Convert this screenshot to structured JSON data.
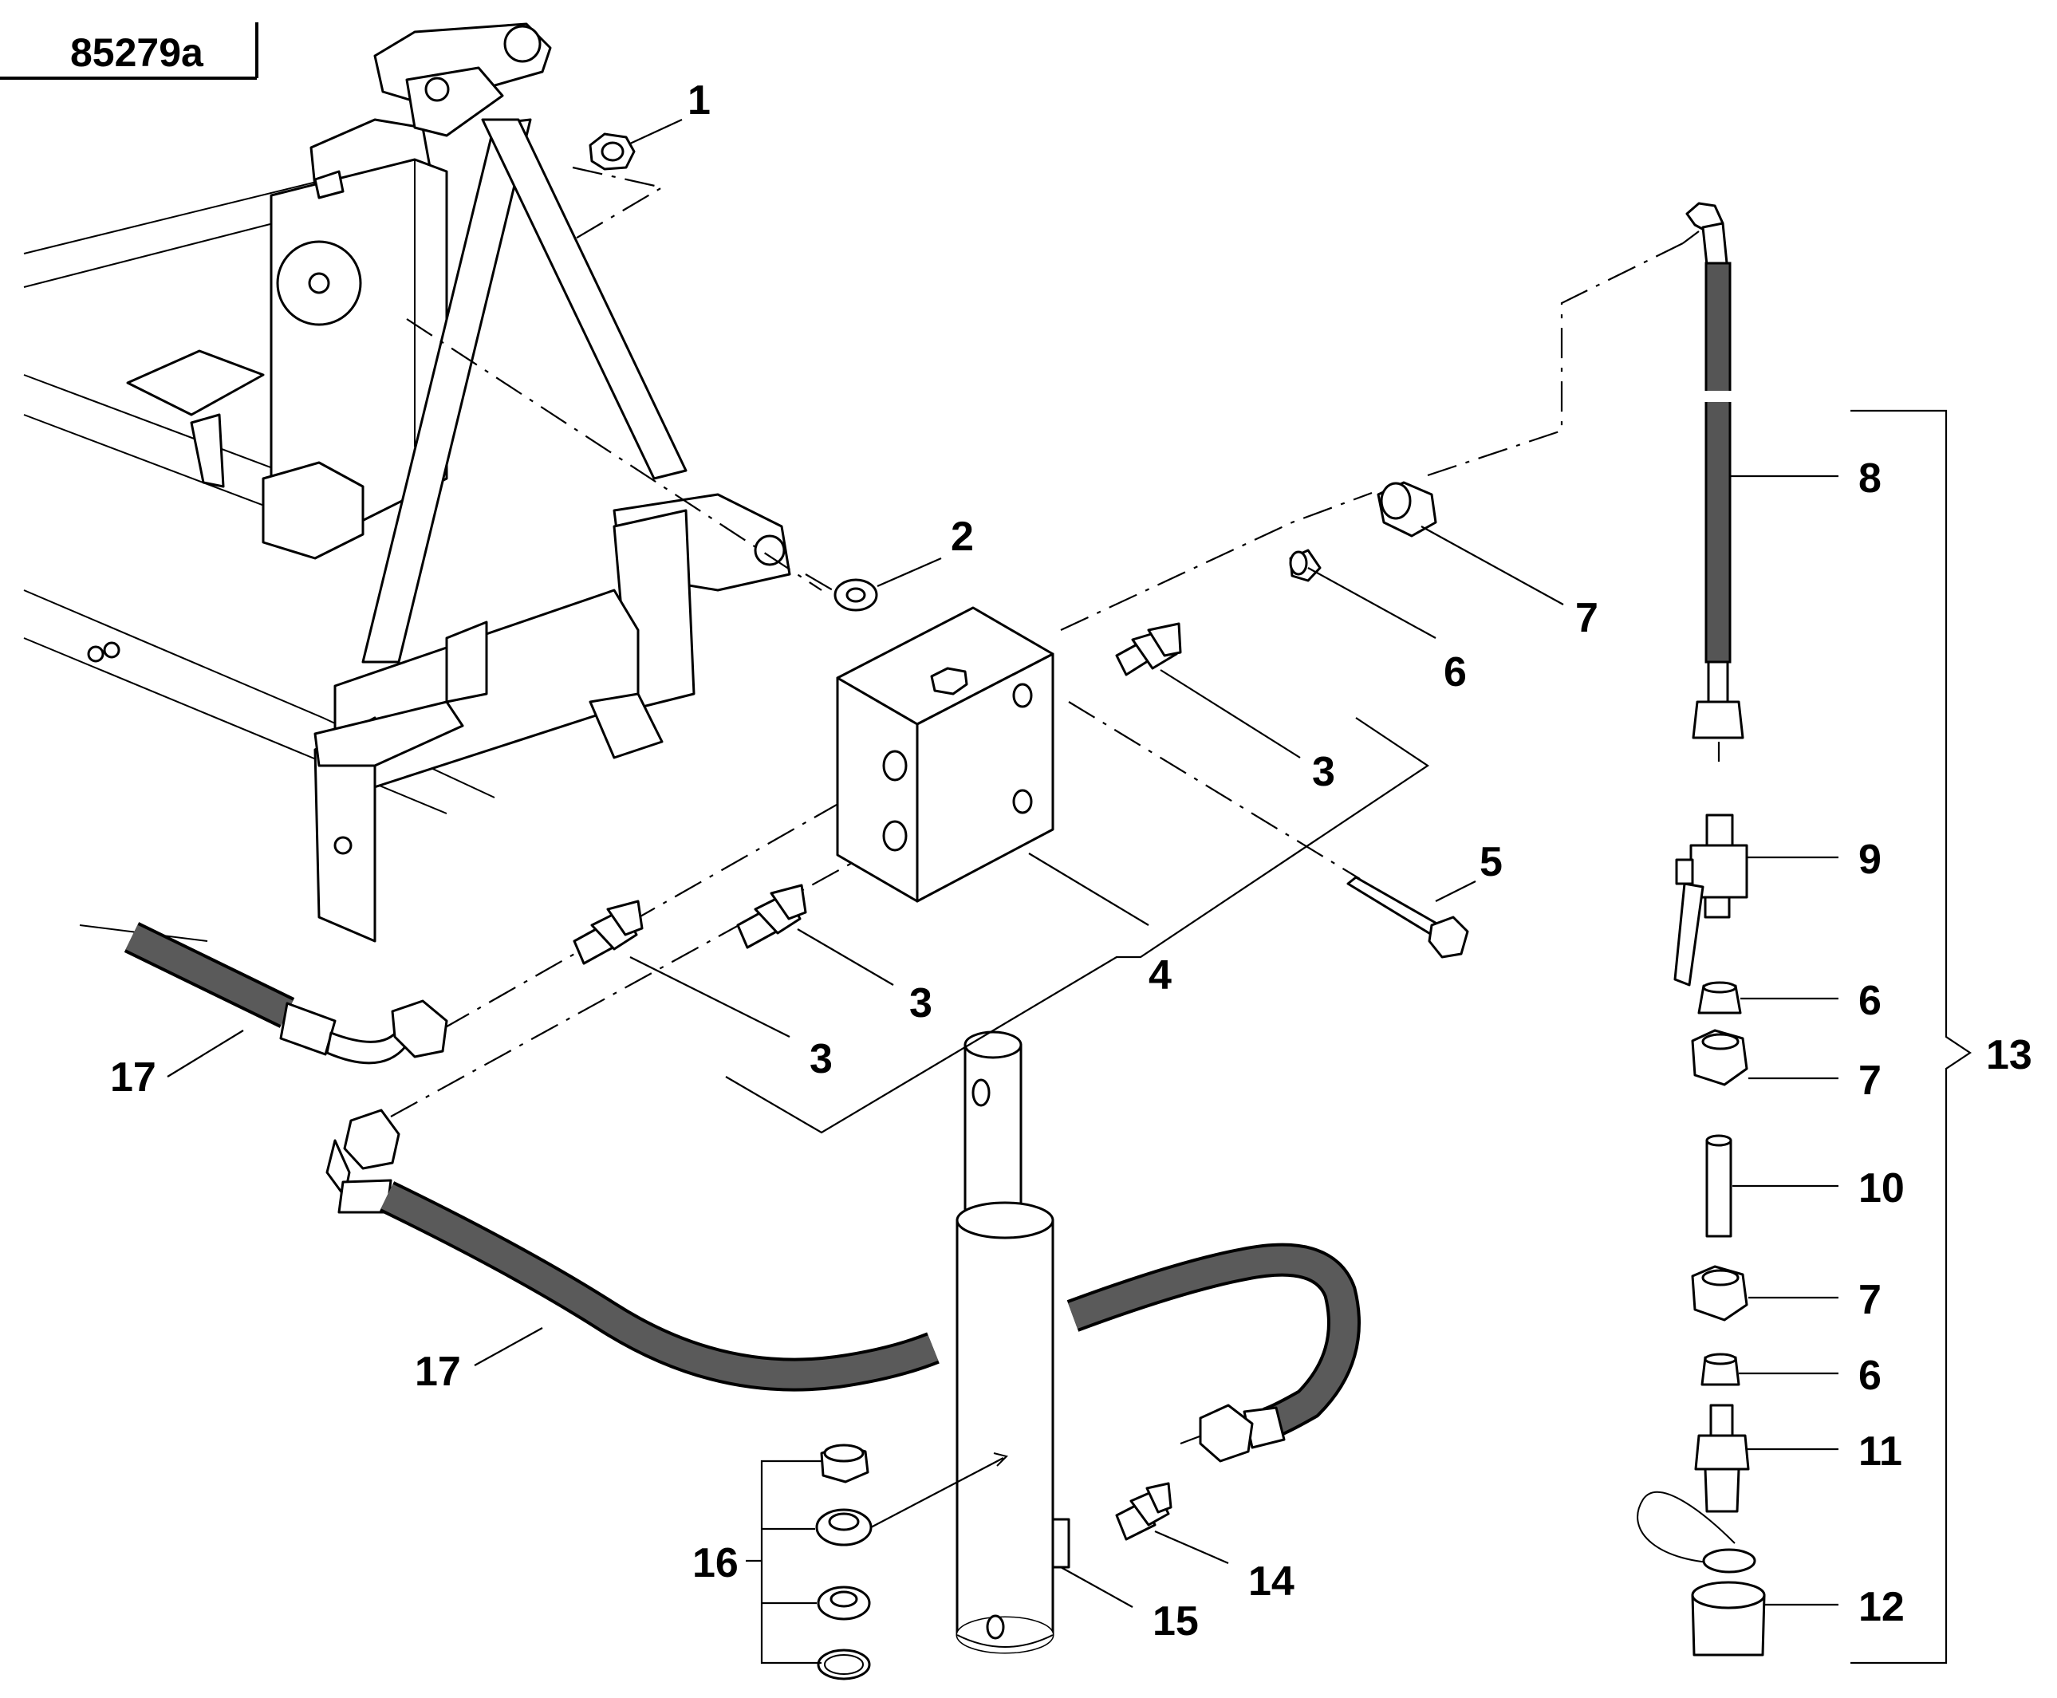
{
  "figure_ref": "85279a",
  "callouts": [
    {
      "id": "c1",
      "label": "1"
    },
    {
      "id": "c2",
      "label": "2"
    },
    {
      "id": "c3a",
      "label": "3"
    },
    {
      "id": "c3b",
      "label": "3"
    },
    {
      "id": "c3c",
      "label": "3"
    },
    {
      "id": "c4",
      "label": "4"
    },
    {
      "id": "c5",
      "label": "5"
    },
    {
      "id": "c6a",
      "label": "6"
    },
    {
      "id": "c6b",
      "label": "6"
    },
    {
      "id": "c6c",
      "label": "6"
    },
    {
      "id": "c7a",
      "label": "7"
    },
    {
      "id": "c7b",
      "label": "7"
    },
    {
      "id": "c7c",
      "label": "7"
    },
    {
      "id": "c8",
      "label": "8"
    },
    {
      "id": "c9",
      "label": "9"
    },
    {
      "id": "c10",
      "label": "10"
    },
    {
      "id": "c11",
      "label": "11"
    },
    {
      "id": "c12",
      "label": "12"
    },
    {
      "id": "c13",
      "label": "13"
    },
    {
      "id": "c14",
      "label": "14"
    },
    {
      "id": "c15",
      "label": "15"
    },
    {
      "id": "c16",
      "label": "16"
    },
    {
      "id": "c17a",
      "label": "17"
    },
    {
      "id": "c17b",
      "label": "17"
    }
  ]
}
